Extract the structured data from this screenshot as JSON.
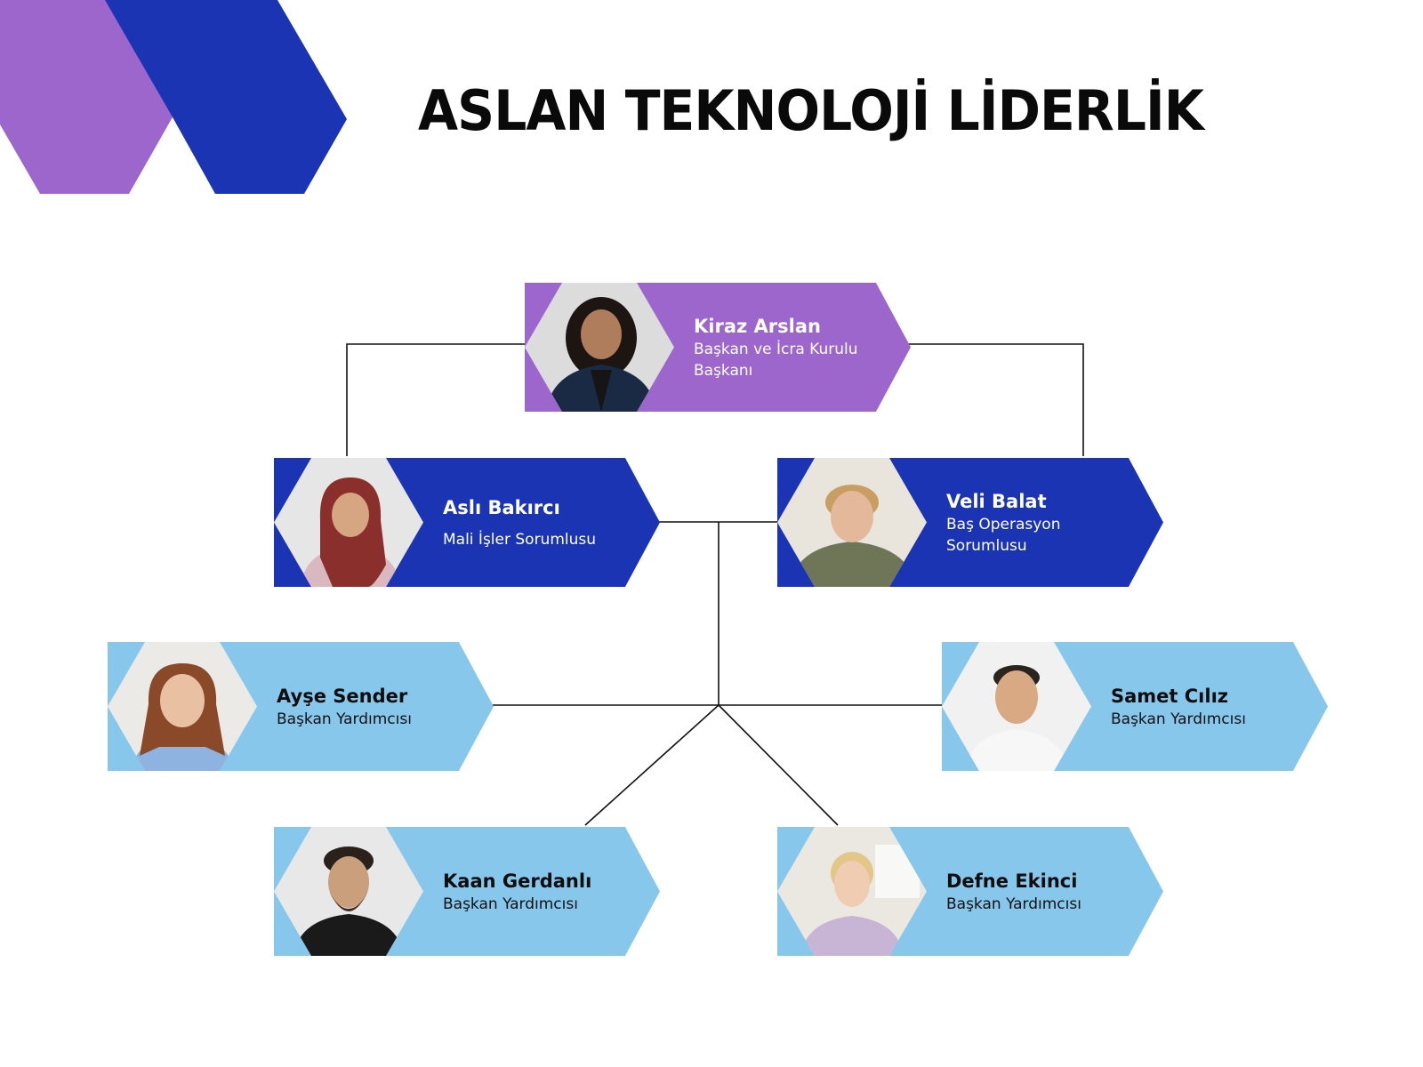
{
  "title": "ASLAN TEKNOLOJİ LİDERLİK",
  "colors": {
    "purple": "#9c66cc",
    "dark_blue": "#1a34b3",
    "light_blue": "#88c7ec",
    "line": "#111111"
  },
  "people": {
    "ceo": {
      "name": "Kiraz Arslan",
      "role": "Başkan ve İcra Kurulu Başkanı",
      "photo": "portrait-woman-curly-hair-blazer"
    },
    "cfo": {
      "name": "Aslı Bakırcı",
      "role": "Mali İşler Sorumlusu",
      "photo": "portrait-woman-hijab"
    },
    "coo": {
      "name": "Veli Balat",
      "role": "Baş Operasyon Sorumlusu",
      "photo": "portrait-man-blond"
    },
    "vp1": {
      "name": "Ayşe Sender",
      "role": "Başkan Yardımcısı",
      "photo": "portrait-woman-long-hair"
    },
    "vp2": {
      "name": "Samet Cılız",
      "role": "Başkan Yardımcısı",
      "photo": "portrait-man-white-shirt"
    },
    "vp3": {
      "name": "Kaan Gerdanlı",
      "role": "Başkan Yardımcısı",
      "photo": "portrait-man-beard"
    },
    "vp4": {
      "name": "Defne Ekinci",
      "role": "Başkan Yardımcısı",
      "photo": "portrait-woman-blonde-office"
    }
  }
}
